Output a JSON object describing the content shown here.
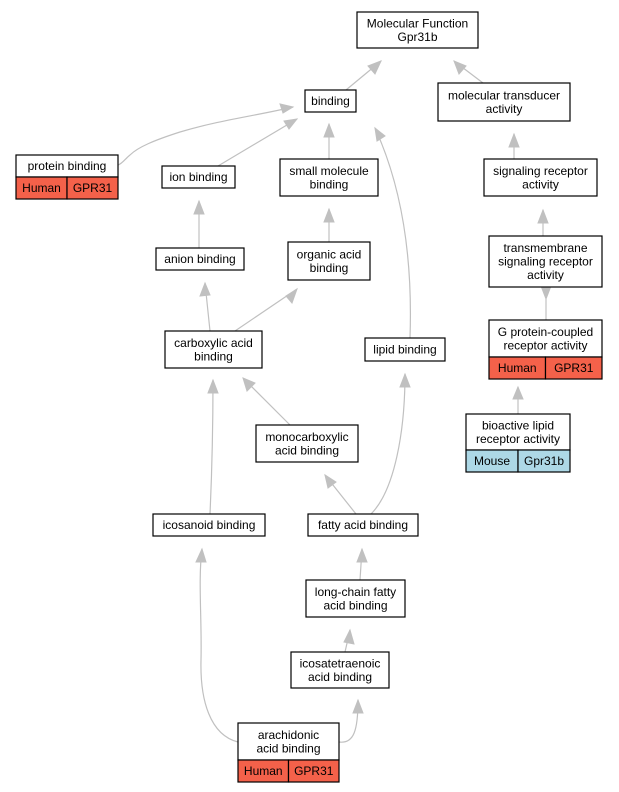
{
  "colors": {
    "human": "#f4614a",
    "mouse": "#add8e6",
    "edge": "#c0c0c0",
    "node_border": "#000000"
  },
  "nodes": [
    {
      "id": "molecular_function",
      "lines": [
        "Molecular Function",
        "Gpr31b"
      ]
    },
    {
      "id": "binding",
      "lines": [
        "binding"
      ]
    },
    {
      "id": "molecular_transducer_activity",
      "lines": [
        "molecular transducer",
        "activity"
      ]
    },
    {
      "id": "protein_binding",
      "lines": [
        "protein binding"
      ],
      "annotations": [
        {
          "species": "Human",
          "gene": "GPR31"
        }
      ]
    },
    {
      "id": "ion_binding",
      "lines": [
        "ion binding"
      ]
    },
    {
      "id": "small_molecule_binding",
      "lines": [
        "small molecule",
        "binding"
      ]
    },
    {
      "id": "signaling_receptor_activity",
      "lines": [
        "signaling receptor",
        "activity"
      ]
    },
    {
      "id": "anion_binding",
      "lines": [
        "anion binding"
      ]
    },
    {
      "id": "organic_acid_binding",
      "lines": [
        "organic acid",
        "binding"
      ]
    },
    {
      "id": "transmembrane_signaling_receptor_activity",
      "lines": [
        "transmembrane",
        "signaling receptor",
        "activity"
      ]
    },
    {
      "id": "carboxylic_acid_binding",
      "lines": [
        "carboxylic acid",
        "binding"
      ]
    },
    {
      "id": "lipid_binding",
      "lines": [
        "lipid binding"
      ]
    },
    {
      "id": "g_protein_coupled_receptor_activity",
      "lines": [
        "G protein-coupled",
        "receptor activity"
      ],
      "annotations": [
        {
          "species": "Human",
          "gene": "GPR31"
        }
      ]
    },
    {
      "id": "monocarboxylic_acid_binding",
      "lines": [
        "monocarboxylic",
        "acid binding"
      ]
    },
    {
      "id": "bioactive_lipid_receptor_activity",
      "lines": [
        "bioactive lipid",
        "receptor activity"
      ],
      "annotations": [
        {
          "species": "Mouse",
          "gene": "Gpr31b"
        }
      ]
    },
    {
      "id": "icosanoid_binding",
      "lines": [
        "icosanoid binding"
      ]
    },
    {
      "id": "fatty_acid_binding",
      "lines": [
        "fatty acid binding"
      ]
    },
    {
      "id": "long_chain_fatty_acid_binding",
      "lines": [
        "long-chain fatty",
        "acid binding"
      ]
    },
    {
      "id": "icosatetraenoic_acid_binding",
      "lines": [
        "icosatetraenoic",
        "acid binding"
      ]
    },
    {
      "id": "arachidonic_acid_binding",
      "lines": [
        "arachidonic",
        "acid binding"
      ],
      "annotations": [
        {
          "species": "Human",
          "gene": "GPR31"
        }
      ]
    }
  ],
  "edges": [
    {
      "from": "binding",
      "to": "molecular_function"
    },
    {
      "from": "molecular_transducer_activity",
      "to": "molecular_function"
    },
    {
      "from": "protein_binding",
      "to": "binding"
    },
    {
      "from": "ion_binding",
      "to": "binding"
    },
    {
      "from": "small_molecule_binding",
      "to": "binding"
    },
    {
      "from": "lipid_binding",
      "to": "binding"
    },
    {
      "from": "signaling_receptor_activity",
      "to": "molecular_transducer_activity"
    },
    {
      "from": "transmembrane_signaling_receptor_activity",
      "to": "signaling_receptor_activity"
    },
    {
      "from": "g_protein_coupled_receptor_activity",
      "to": "transmembrane_signaling_receptor_activity"
    },
    {
      "from": "bioactive_lipid_receptor_activity",
      "to": "g_protein_coupled_receptor_activity"
    },
    {
      "from": "anion_binding",
      "to": "ion_binding"
    },
    {
      "from": "organic_acid_binding",
      "to": "small_molecule_binding"
    },
    {
      "from": "carboxylic_acid_binding",
      "to": "anion_binding"
    },
    {
      "from": "carboxylic_acid_binding",
      "to": "organic_acid_binding"
    },
    {
      "from": "monocarboxylic_acid_binding",
      "to": "carboxylic_acid_binding"
    },
    {
      "from": "icosanoid_binding",
      "to": "carboxylic_acid_binding"
    },
    {
      "from": "fatty_acid_binding",
      "to": "monocarboxylic_acid_binding"
    },
    {
      "from": "fatty_acid_binding",
      "to": "lipid_binding"
    },
    {
      "from": "long_chain_fatty_acid_binding",
      "to": "fatty_acid_binding"
    },
    {
      "from": "icosatetraenoic_acid_binding",
      "to": "long_chain_fatty_acid_binding"
    },
    {
      "from": "arachidonic_acid_binding",
      "to": "icosatetraenoic_acid_binding"
    },
    {
      "from": "arachidonic_acid_binding",
      "to": "icosanoid_binding"
    }
  ]
}
